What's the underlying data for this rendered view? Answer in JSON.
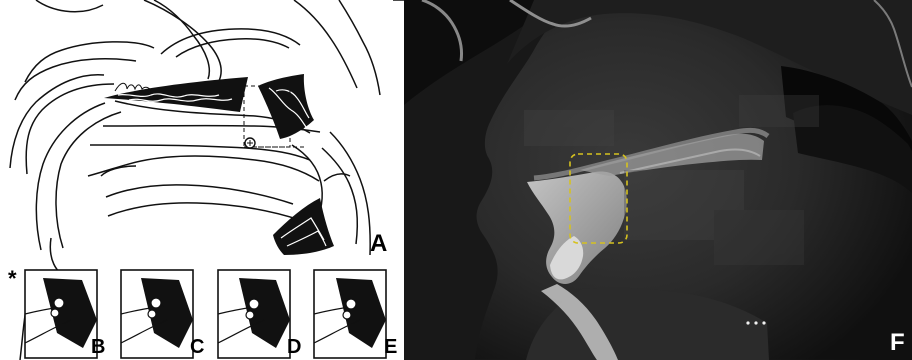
{
  "figure": {
    "panel_labels": {
      "a": "A",
      "b": "B",
      "c": "C",
      "d": "D",
      "e": "E",
      "f": "F"
    },
    "note_marker": "*",
    "colors": {
      "line_art": "#000000",
      "paper": "#ffffff",
      "ct_background": "#0d0d0d",
      "highlight_box": "#d6c21f"
    },
    "icons": {
      "drawing": "anatomical-line-drawing",
      "ct": "sagittal-ct-scan"
    }
  }
}
